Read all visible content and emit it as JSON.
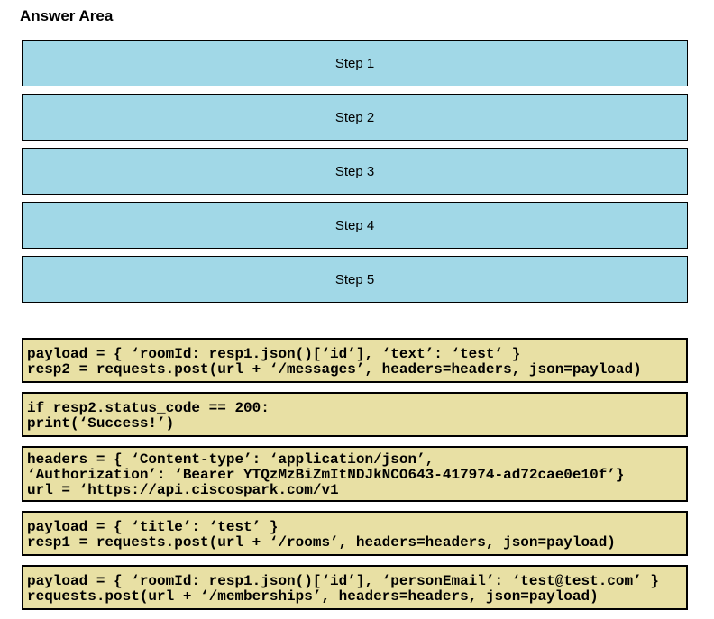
{
  "title": "Answer Area",
  "colors": {
    "step_fill": "#A1D8E7",
    "code_fill": "#E8E0A4",
    "border": "#000000",
    "page_bg": "#FFFFFF"
  },
  "steps": [
    {
      "label": "Step 1"
    },
    {
      "label": "Step 2"
    },
    {
      "label": "Step 3"
    },
    {
      "label": "Step 4"
    },
    {
      "label": "Step 5"
    }
  ],
  "snippets": [
    {
      "id": "post-message",
      "lines": [
        "payload = { ‘roomId: resp1.json()[‘id’], ‘text’: ‘test’ }",
        "resp2 = requests.post(url + ‘/messages’, headers=headers, json=payload)"
      ]
    },
    {
      "id": "check-status",
      "lines": [
        "if resp2.status_code == 200:",
        "print(‘Success!’)"
      ]
    },
    {
      "id": "headers-and-url",
      "lines": [
        "headers = { ‘Content-type’: ‘application/json’,",
        "‘Authorization’: ‘Bearer YTQzMzBiZmItNDJkNCO643-417974-ad72cae0e10f’}",
        "url = ‘https://api.ciscospark.com/v1"
      ]
    },
    {
      "id": "create-room",
      "lines": [
        "payload = { ‘title’: ‘test’ }",
        "resp1 = requests.post(url + ‘/rooms’, headers=headers, json=payload)"
      ]
    },
    {
      "id": "add-membership",
      "lines": [
        "payload = { ‘roomId: resp1.json()[‘id’], ‘personEmail’: ‘test@test.com’ }",
        "requests.post(url + ‘/memberships’, headers=headers, json=payload)"
      ]
    }
  ]
}
